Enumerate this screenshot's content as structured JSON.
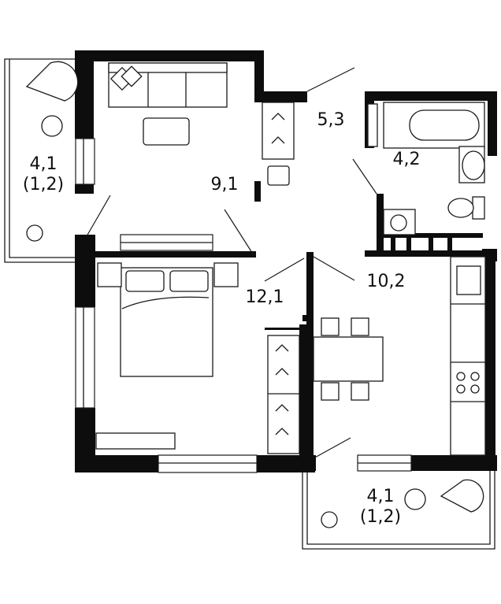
{
  "rooms": {
    "balcony_left": {
      "area": "4,1",
      "area_reduced": "(1,2)"
    },
    "living_room": {
      "area": "9,1"
    },
    "hallway": {
      "area": "5,3"
    },
    "bathroom": {
      "area": "4,2"
    },
    "bedroom": {
      "area": "12,1"
    },
    "kitchen": {
      "area": "10,2"
    },
    "balcony_bottom": {
      "area": "4,1",
      "area_reduced": "(1,2)"
    }
  },
  "colors": {
    "wall": "#0d0d0d",
    "line": "#1a1a1a",
    "background": "#ffffff"
  }
}
